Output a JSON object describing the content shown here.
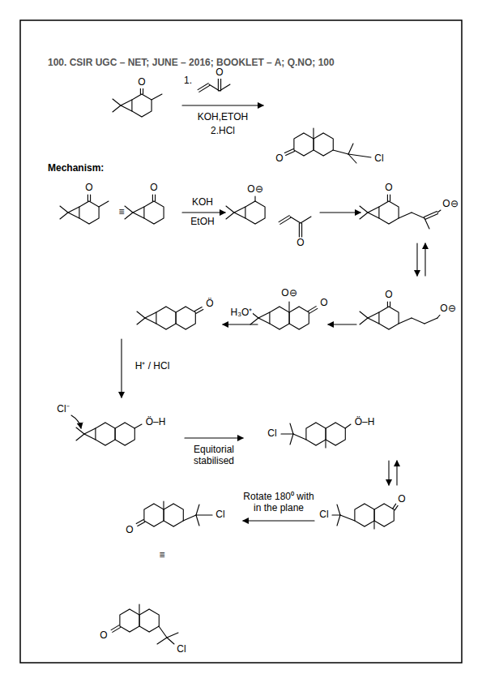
{
  "diagram": {
    "title": "100. CSIR UGC – NET; JUNE – 2016; BOOKLET – A; Q.NO; 100",
    "labels": [
      "O",
      "1.",
      "O",
      "KOH,ETOH",
      "2.HCl",
      "O",
      "Cl",
      "Mechanism:",
      "O",
      "≡",
      "O",
      "KOH",
      "EtOH",
      "O⊖",
      "O",
      "O",
      "O⊖",
      "O",
      "O⊖",
      "O⊖",
      "O",
      "H₃O⁺",
      "Ö",
      "H⁺ / HCl",
      "Cl⁻",
      "Ö–H",
      "Equitorial stabilised",
      "Cl",
      "Ö–H",
      "Cl",
      "Rotate 180⁰ with in the plane",
      "O",
      "O",
      "Cl",
      "≡",
      "O",
      "Cl"
    ]
  }
}
